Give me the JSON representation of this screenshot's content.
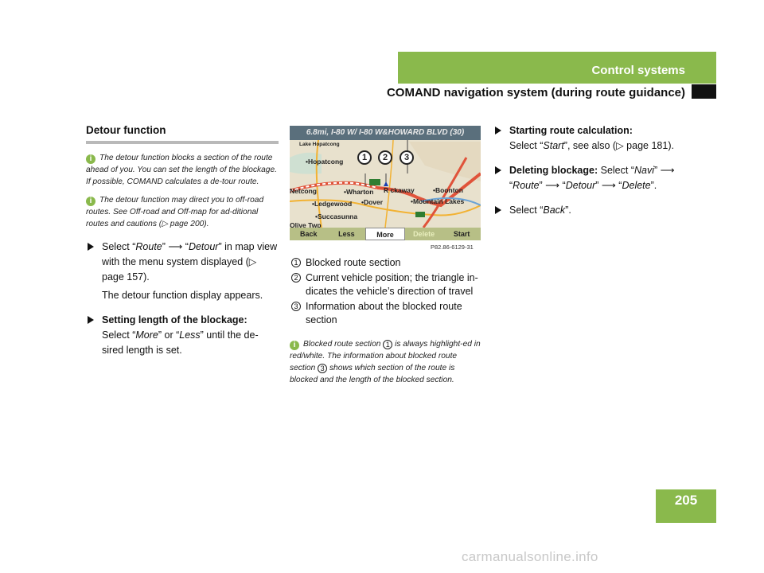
{
  "header": {
    "section": "Control systems",
    "title": "COMAND navigation system (during route guidance)"
  },
  "page_number": "205",
  "left": {
    "heading": "Detour function",
    "note1": "The detour function blocks a section of the route ahead of you. You can set the length of the blockage. If possible, COMAND calculates a de-tour route.",
    "note2": "The detour function may direct you to off-road routes. See Off-road and Off-map for ad-ditional routes and cautions (▷ page 200).",
    "step1": {
      "a": "Select “",
      "b": "Route",
      "c": "” ⟶ “",
      "d": "Detour",
      "e": "” in map view with the menu system displayed (▷ page 157)."
    },
    "step1_result": "The detour function display appears.",
    "step2": {
      "lead": "Setting length of the blockage:",
      "a": "Select “",
      "b": "More",
      "c": "” or “",
      "d": "Less",
      "e": "” until the de-sired length is set."
    }
  },
  "map": {
    "top_bar": "6.8mi, I-80 W/ I-80 W&HOWARD BLVD (30)",
    "labels": [
      "Lake Hopatcong",
      "•Hopatcong",
      "Netcong",
      "•Wharton",
      "•Dover",
      "R ckaway",
      "•Boonton",
      "•Mountain Lakes",
      "•Ledgewood",
      "•Succasunna",
      "Olive Twp"
    ],
    "callouts": [
      "1",
      "2",
      "3"
    ],
    "menu": [
      "Back",
      "Less",
      "More",
      "Delete",
      "Start"
    ],
    "code": "P82.86-6129-31"
  },
  "legend": [
    {
      "n": "1",
      "text": "Blocked route section"
    },
    {
      "n": "2",
      "text": "Current vehicle position; the triangle in-dicates the vehicle’s direction of travel"
    },
    {
      "n": "3",
      "text": "Information about the blocked route section"
    }
  ],
  "note3": {
    "a": "Blocked route section ",
    "n1": "1",
    "b": " is always highlight-ed in red/white. The information about blocked route section ",
    "n3": "3",
    "c": " shows which section of the route is blocked and the length of the blocked section."
  },
  "right": {
    "step3": {
      "lead": "Starting route calculation:",
      "a": "Select “",
      "b": "Start",
      "c": "”, see also (▷ page 181)."
    },
    "step4": {
      "lead": "Deleting blockage:",
      "a": " Select “",
      "b": "Navi",
      "c": "” ⟶ “",
      "d": "Route",
      "e": "” ⟶ “",
      "f": "Detour",
      "g": "” ⟶ “",
      "h": "Delete",
      "i": "”."
    },
    "step5": {
      "a": "Select “",
      "b": "Back",
      "c": "”."
    }
  },
  "watermark": "carmanualsonline.info",
  "colors": {
    "accent": "#8ab94c",
    "route_red": "#e0533a"
  }
}
